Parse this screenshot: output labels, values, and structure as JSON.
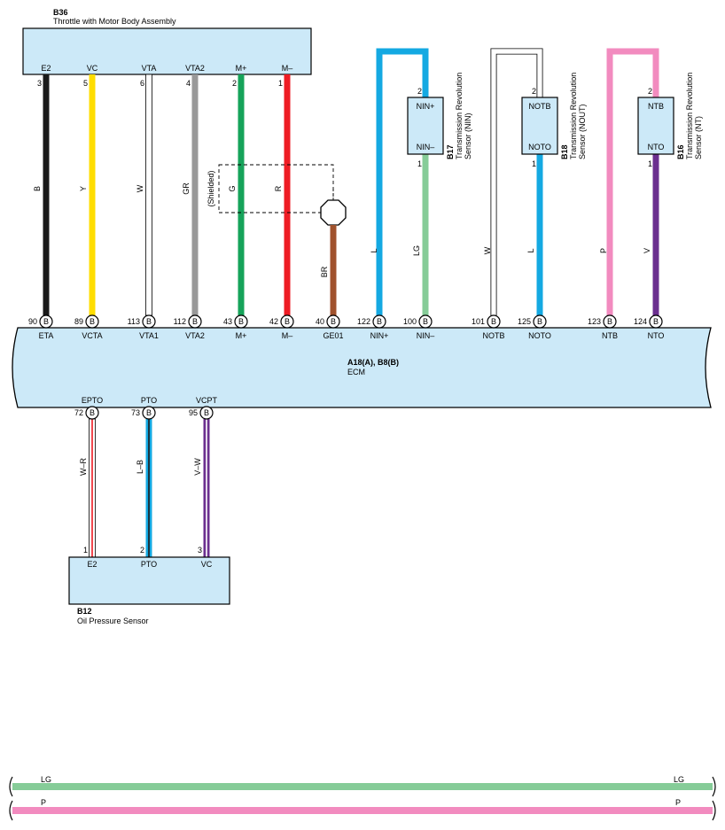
{
  "throttle": {
    "id": "B36",
    "name": "Throttle with Motor Body Assembly",
    "pins": [
      "E2",
      "VC",
      "VTA",
      "VTA2",
      "M+",
      "M–"
    ],
    "pin_numbers": [
      "3",
      "5",
      "6",
      "4",
      "2",
      "1"
    ],
    "wire_colors": [
      "B",
      "Y",
      "W",
      "GR",
      "G",
      "R"
    ]
  },
  "shielded_label": "(Shielded)",
  "ground_wire_color": "BR",
  "ecm": {
    "id": "A18(A), B8(B)",
    "name": "ECM",
    "top_pins": [
      {
        "num": "90",
        "conn": "B",
        "name": "ETA"
      },
      {
        "num": "89",
        "conn": "B",
        "name": "VCTA"
      },
      {
        "num": "113",
        "conn": "B",
        "name": "VTA1"
      },
      {
        "num": "112",
        "conn": "B",
        "name": "VTA2"
      },
      {
        "num": "43",
        "conn": "B",
        "name": "M+"
      },
      {
        "num": "42",
        "conn": "B",
        "name": "M–"
      },
      {
        "num": "40",
        "conn": "B",
        "name": "GE01"
      },
      {
        "num": "122",
        "conn": "B",
        "name": "NIN+"
      },
      {
        "num": "100",
        "conn": "B",
        "name": "NIN–"
      },
      {
        "num": "101",
        "conn": "B",
        "name": "NOTB"
      },
      {
        "num": "125",
        "conn": "B",
        "name": "NOTO"
      },
      {
        "num": "123",
        "conn": "B",
        "name": "NTB"
      },
      {
        "num": "124",
        "conn": "B",
        "name": "NTO"
      }
    ],
    "bottom_pins": [
      {
        "num": "72",
        "conn": "B",
        "name": "EPTO"
      },
      {
        "num": "73",
        "conn": "B",
        "name": "PTO"
      },
      {
        "num": "95",
        "conn": "B",
        "name": "VCPT"
      }
    ]
  },
  "sensors": [
    {
      "id": "B17",
      "name_line1": "Transmission Revolution",
      "name_line2": "Sensor (NIN)",
      "top_pin": "NIN+",
      "bottom_pin": "NIN–",
      "top_num": "2",
      "bottom_num": "1",
      "wire_top": "L",
      "wire_bottom": "LG"
    },
    {
      "id": "B18",
      "name_line1": "Transmission Revolution",
      "name_line2": "Sensor (NOUT)",
      "top_pin": "NOTB",
      "bottom_pin": "NOTO",
      "top_num": "2",
      "bottom_num": "1",
      "wire_top": "W",
      "wire_bottom": "L"
    },
    {
      "id": "B16",
      "name_line1": "Transmission Revolution",
      "name_line2": "Sensor (NT)",
      "top_pin": "NTB",
      "bottom_pin": "NTO",
      "top_num": "2",
      "bottom_num": "1",
      "wire_top": "P",
      "wire_bottom": "V"
    }
  ],
  "oil_sensor": {
    "id": "B12",
    "name": "Oil Pressure Sensor",
    "pins": [
      "E2",
      "PTO",
      "VC"
    ],
    "pin_numbers": [
      "1",
      "2",
      "3"
    ],
    "wire_colors": [
      "W–R",
      "L–B",
      "V–W"
    ]
  },
  "legend": [
    {
      "label": "LG",
      "color": "#86cc98"
    },
    {
      "label": "P",
      "color": "#f28bbf"
    }
  ],
  "colors": {
    "B": "#1a1a1a",
    "Y": "#ffdd00",
    "W": "#ffffff",
    "GR": "#999999",
    "G": "#16a35a",
    "R": "#ee1c24",
    "BR": "#a0522d",
    "L": "#14a9e2",
    "LG": "#86cc98",
    "P": "#f28bbf",
    "V": "#6b2f8f",
    "box": "#cce9f8"
  }
}
